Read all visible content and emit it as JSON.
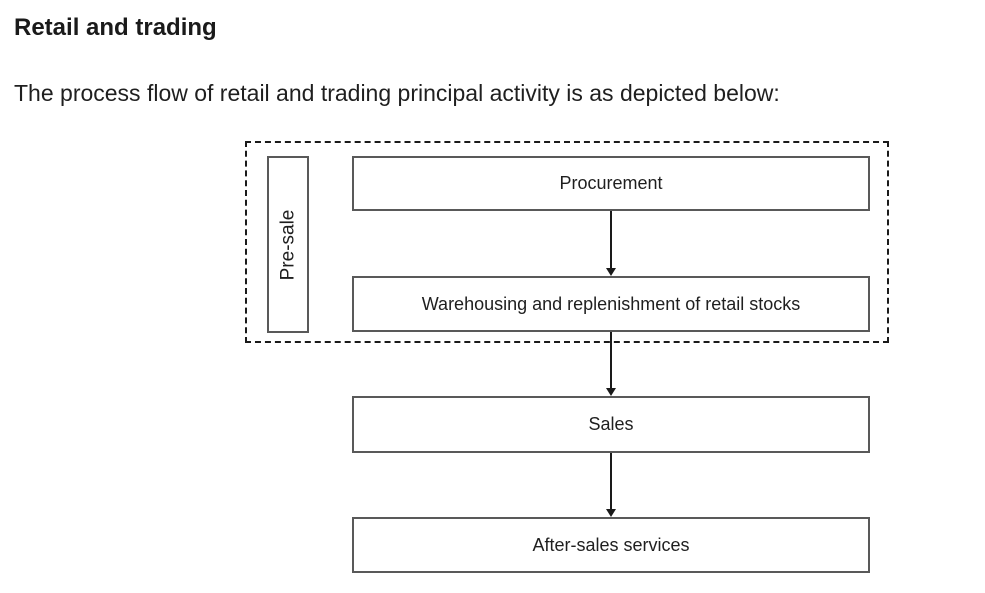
{
  "page": {
    "heading": "Retail and trading",
    "intro": "The process flow of retail and trading principal activity is as depicted below:"
  },
  "diagram": {
    "type": "flowchart",
    "group": {
      "label": "Pre-sale",
      "border_style": "dashed",
      "contains": [
        "Procurement",
        "Warehousing and replenishment of retail stocks"
      ]
    },
    "nodes": [
      {
        "id": "procurement",
        "label": "Procurement"
      },
      {
        "id": "warehousing",
        "label": "Warehousing and replenishment of retail stocks"
      },
      {
        "id": "sales",
        "label": "Sales"
      },
      {
        "id": "after_sales",
        "label": "After-sales services"
      }
    ],
    "edges": [
      {
        "from": "procurement",
        "to": "warehousing",
        "style": "arrow-down"
      },
      {
        "from": "warehousing",
        "to": "sales",
        "style": "arrow-down"
      },
      {
        "from": "sales",
        "to": "after_sales",
        "style": "arrow-down"
      }
    ],
    "colors": {
      "background": "#ffffff",
      "text": "#1f1f1f",
      "node_border": "#595959",
      "group_border": "#1a1a1a",
      "arrow": "#1a1a1a"
    }
  }
}
